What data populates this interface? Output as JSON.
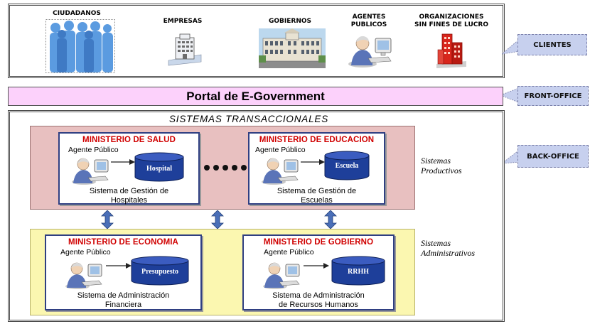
{
  "clients": {
    "items": [
      {
        "label": "CIUDADANOS",
        "icon": "people-silhouette-icon"
      },
      {
        "label": "EMPRESAS",
        "icon": "office-building-icon"
      },
      {
        "label": "GOBIERNOS",
        "icon": "government-building-icon"
      },
      {
        "label": "AGENTES PUBLICOS",
        "icon": "agent-at-computer-icon"
      },
      {
        "label": "ORGANIZACIONES SIN FINES DE LUCRO",
        "icon": "red-building-icon"
      }
    ]
  },
  "callouts": {
    "clients": "CLIENTES",
    "front_office": "FRONT-OFFICE",
    "back_office": "BACK-OFFICE"
  },
  "portal": {
    "title": "Portal de E-Government"
  },
  "transactional": {
    "title": "SISTEMAS TRANSACCIONALES"
  },
  "productive": {
    "label_line1": "Sistemas",
    "label_line2": "Productivos",
    "color": "#e8c0c0",
    "ministries": [
      {
        "title": "MINISTERIO DE SALUD",
        "agent": "Agente Público",
        "db": "Hospital",
        "system_line1": "Sistema de Gestión de",
        "system_line2": "Hospitales"
      },
      {
        "title": "MINISTERIO DE EDUCACION",
        "agent": "Agente Público",
        "db": "Escuela",
        "system_line1": "Sistema de Gestión de",
        "system_line2": "Escuelas"
      }
    ]
  },
  "administrative": {
    "label_line1": "Sistemas",
    "label_line2": "Administrativos",
    "color": "#fbf7b0",
    "ministries": [
      {
        "title": "MINISTERIO DE ECONOMIA",
        "agent": "Agente Público",
        "db": "Presupuesto",
        "system_line1": "Sistema de Administración",
        "system_line2": "Financiera"
      },
      {
        "title": "MINISTERIO DE GOBIERNO",
        "agent": "Agente Público",
        "db": "RRHH",
        "system_line1": "Sistema de Administración",
        "system_line2": "de Recursos Humanos"
      }
    ]
  },
  "colors": {
    "portal": "#fcd1fb",
    "callout": "#c7d0ee",
    "ministry_border": "#2f3f82",
    "ministry_title": "#d00000",
    "database": "#1e3f9a",
    "arrow": "#4a6fb8"
  }
}
